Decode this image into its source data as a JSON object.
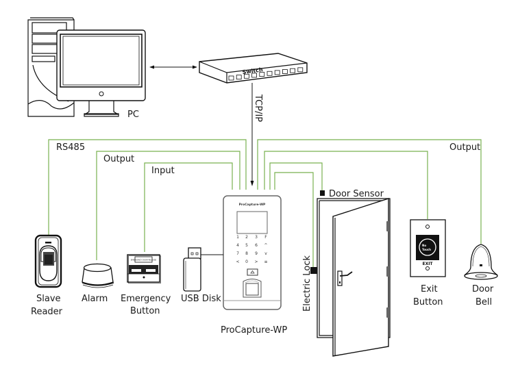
{
  "diagram": {
    "title": "ProCapture-WP connection diagram",
    "colors": {
      "wire": "#79b04f",
      "line": "#111111",
      "background": "#ffffff"
    },
    "nodes": {
      "pc": {
        "label": "PC"
      },
      "switch": {
        "label": "Switch"
      },
      "device": {
        "label": "ProCapture-WP",
        "brand_text": "ProCapture-WP",
        "keypad": [
          "1",
          "2",
          "3",
          "F",
          "4",
          "5",
          "6",
          "^",
          "7",
          "8",
          "9",
          "v",
          "<",
          "0",
          ">",
          "≡"
        ]
      },
      "slave_reader": {
        "label_line1": "Slave",
        "label_line2": "Reader"
      },
      "alarm": {
        "label": "Alarm"
      },
      "emergency_button": {
        "label_line1": "Emergency",
        "label_line2": "Button",
        "plate_text": "EMERGENCY DOOR RELEASE"
      },
      "usb_disk": {
        "label": "USB Disk"
      },
      "door_sensor": {
        "label": "Door Sensor"
      },
      "electric_lock": {
        "label": "Electric Lock"
      },
      "exit_button": {
        "label_line1": "Exit",
        "label_line2": "Button",
        "face_text_line1": "No",
        "face_text_line2": "Touch",
        "exit_text": "EXIT"
      },
      "door_bell": {
        "label_line1": "Door",
        "label_line2": "Bell"
      }
    },
    "connections": [
      {
        "from": "pc",
        "to": "switch",
        "label": "",
        "type": "bidirectional"
      },
      {
        "from": "switch",
        "to": "device",
        "label": "TCP/IP",
        "type": "arrow"
      },
      {
        "from": "device",
        "to": "slave_reader",
        "label": "RS485"
      },
      {
        "from": "device",
        "to": "alarm",
        "label": "Output"
      },
      {
        "from": "device",
        "to": "emergency_button",
        "label": "Input"
      },
      {
        "from": "device",
        "to": "usb_disk",
        "label": ""
      },
      {
        "from": "device",
        "to": "door_bell",
        "label": "Output"
      },
      {
        "from": "device",
        "to": "exit_button",
        "label": ""
      },
      {
        "from": "device",
        "to": "door_sensor",
        "label": ""
      },
      {
        "from": "device",
        "to": "electric_lock",
        "label": ""
      }
    ]
  }
}
